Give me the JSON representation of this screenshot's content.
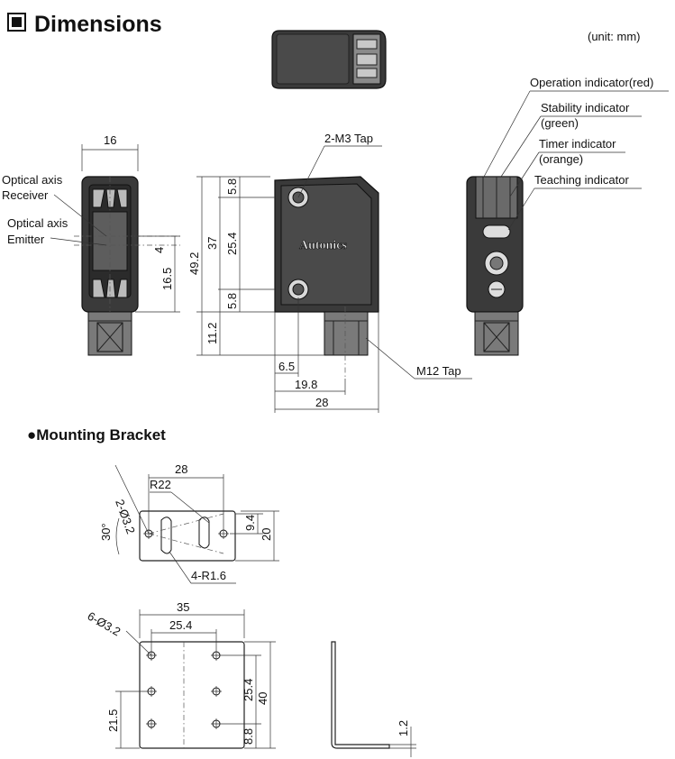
{
  "header": {
    "title": "Dimensions",
    "unit": "(unit: mm)"
  },
  "sensor": {
    "brand": "Autonics",
    "labels": {
      "optical_axis_receiver": "Optical axis",
      "receiver": "Receiver",
      "optical_axis_emitter": "Optical axis",
      "emitter": "Emitter",
      "m3_tap": "2-M3 Tap",
      "m12_tap": "M12 Tap",
      "operation_indicator": "Operation indicator(red)",
      "stability_indicator": "Stability indicator",
      "stability_color": "(green)",
      "timer_indicator": "Timer indicator",
      "timer_color": "(orange)",
      "teaching_indicator": "Teaching indicator"
    },
    "dims": {
      "front_width": "16",
      "axis_offset": "4",
      "axis_height": "16.5",
      "overall_height": "49.2",
      "body_height": "37",
      "hole_pitch": "25.4",
      "hole_top": "5.8",
      "hole_bottom": "5.8",
      "connector_height": "11.2",
      "conn_offset": "6.5",
      "conn_center": "19.8",
      "body_depth": "28"
    }
  },
  "bracket": {
    "title": "●Mounting Bracket",
    "top_dims": {
      "width": "28",
      "radius": "R22",
      "holes": "2-Ø3.2",
      "angle": "30°",
      "slot_pitch": "9.4",
      "height": "20",
      "corner_radius": "4-R1.6"
    },
    "front_dims": {
      "holes": "6-Ø3.2",
      "width": "35",
      "hole_pitch_x": "25.4",
      "hole_pitch_y": "25.4",
      "height": "40",
      "left_offset": "21.5",
      "bottom_offset": "8.8",
      "thickness": "1.2"
    }
  }
}
